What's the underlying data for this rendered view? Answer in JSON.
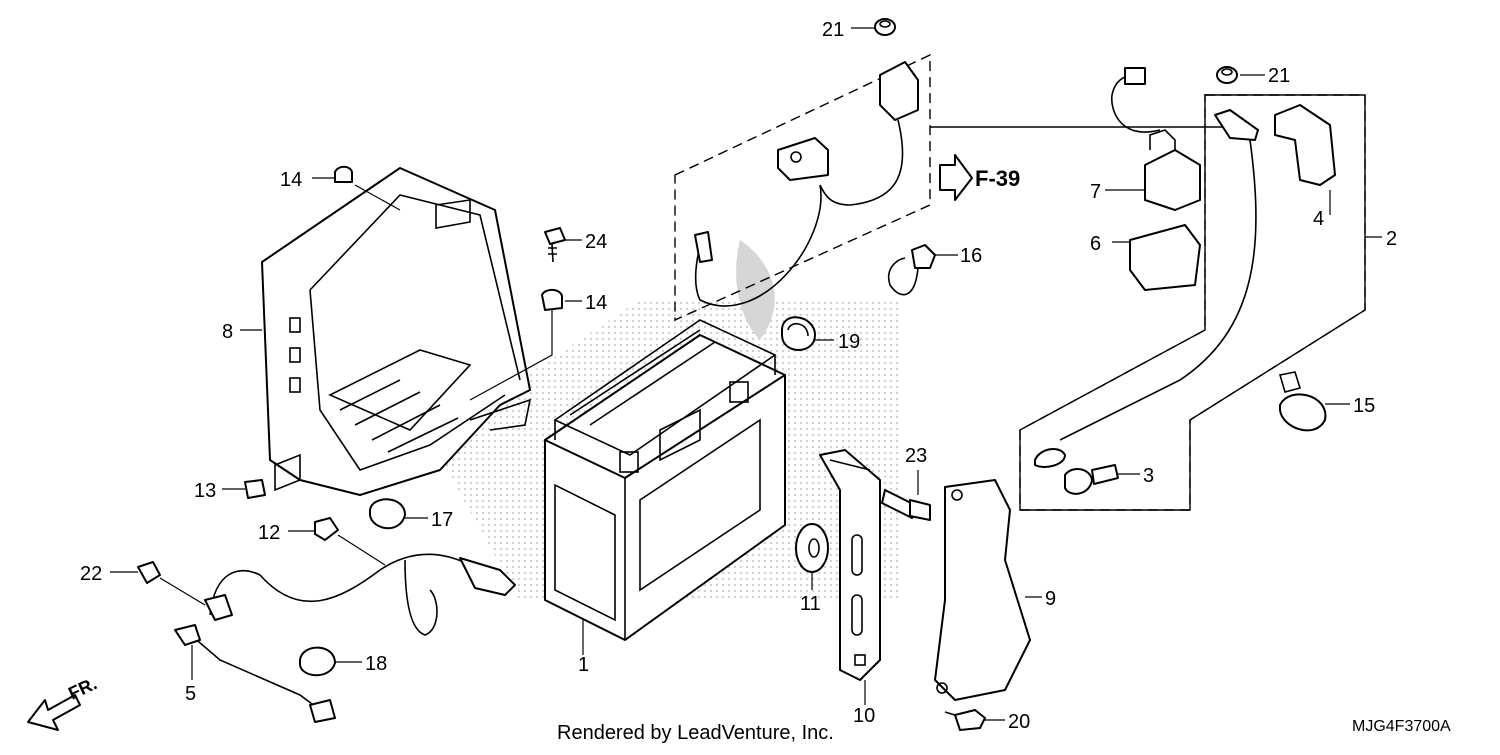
{
  "callouts": {
    "c1": "1",
    "c2": "2",
    "c3": "3",
    "c4": "4",
    "c5": "5",
    "c6": "6",
    "c7": "7",
    "c8": "8",
    "c9": "9",
    "c10": "10",
    "c11": "11",
    "c12": "12",
    "c13": "13",
    "c14a": "14",
    "c14b": "14",
    "c15": "15",
    "c16": "16",
    "c17": "17",
    "c18": "18",
    "c19": "19",
    "c20": "20",
    "c21a": "21",
    "c21b": "21",
    "c22": "22",
    "c23": "23",
    "c24": "24"
  },
  "reference": "F-39",
  "front_label": "FR.",
  "footer": "Rendered by LeadVenture, Inc.",
  "diagram_code": "MJG4F3700A",
  "colors": {
    "line": "#000000",
    "watermark": "#d6d6d6",
    "background": "#ffffff"
  }
}
